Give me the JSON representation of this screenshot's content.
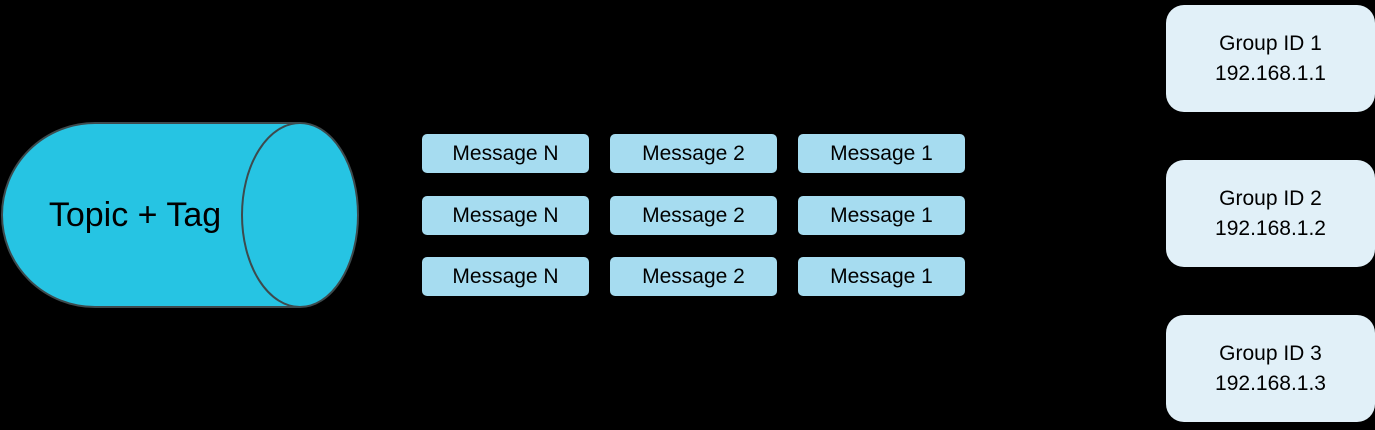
{
  "colors": {
    "background": "#000000",
    "cylinder_fill": "#26c4e3",
    "cylinder_outline": "#3d4a4d",
    "message_fill": "#a6dcf0",
    "group_fill": "#e1f0f8",
    "text": "#000000"
  },
  "topic": {
    "label": "Topic + Tag"
  },
  "queues": [
    {
      "messages": [
        "Message N",
        "Message 2",
        "Message 1"
      ]
    },
    {
      "messages": [
        "Message N",
        "Message 2",
        "Message 1"
      ]
    },
    {
      "messages": [
        "Message N",
        "Message 2",
        "Message 1"
      ]
    }
  ],
  "groups": [
    {
      "name": "Group ID 1",
      "ip": "192.168.1.1"
    },
    {
      "name": "Group ID 2",
      "ip": "192.168.1.2"
    },
    {
      "name": "Group ID 3",
      "ip": "192.168.1.3"
    }
  ]
}
